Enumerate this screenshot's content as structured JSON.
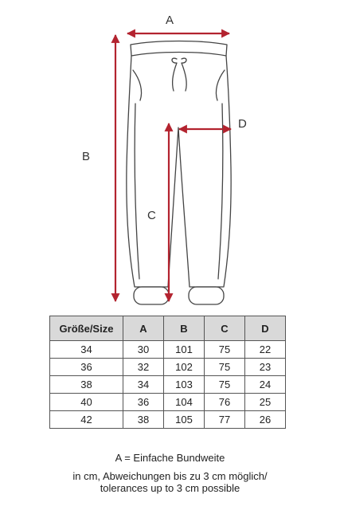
{
  "diagram": {
    "labels": {
      "a": "A",
      "b": "B",
      "c": "C",
      "d": "D"
    },
    "colors": {
      "arrow": "#b3232f",
      "outline": "#444444"
    }
  },
  "table": {
    "headers": [
      "Größe/Size",
      "A",
      "B",
      "C",
      "D"
    ],
    "rows": [
      [
        "34",
        "30",
        "101",
        "75",
        "22"
      ],
      [
        "36",
        "32",
        "102",
        "75",
        "23"
      ],
      [
        "38",
        "34",
        "103",
        "75",
        "24"
      ],
      [
        "40",
        "36",
        "104",
        "76",
        "25"
      ],
      [
        "42",
        "38",
        "105",
        "77",
        "26"
      ]
    ]
  },
  "notes": {
    "legend_a": "A = Einfache Bundweite",
    "line1": "in cm, Abweichungen bis zu 3 cm möglich/",
    "line2": "tolerances up to 3 cm possible"
  }
}
